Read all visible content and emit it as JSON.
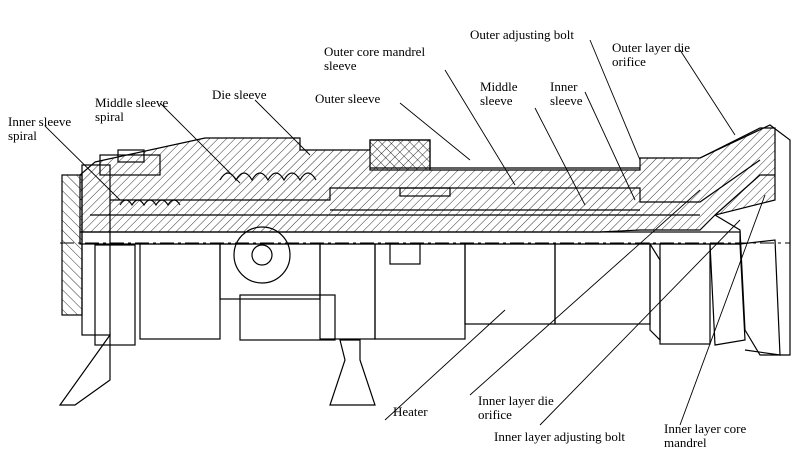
{
  "labels": {
    "inner_sleeve_spiral": [
      "Inner sleeve",
      "spiral"
    ],
    "middle_sleeve_spiral": [
      "Middle sleeve",
      "spiral"
    ],
    "die_sleeve": "Die sleeve",
    "outer_sleeve": "Outer sleeve",
    "outer_core_mandrel_sleeve": [
      "Outer core mandrel",
      "sleeve"
    ],
    "middle_sleeve": [
      "Middle",
      "sleeve"
    ],
    "inner_sleeve": [
      "Inner",
      "sleeve"
    ],
    "outer_adjusting_bolt": "Outer adjusting bolt",
    "outer_layer_die_orifice": [
      "Outer layer die",
      "orifice"
    ],
    "heater": "Heater",
    "inner_layer_die_orifice": [
      "Inner layer die",
      "orifice"
    ],
    "inner_layer_adjusting_bolt": "Inner layer adjusting bolt",
    "inner_layer_core_mandrel": [
      "Inner layer core",
      "mandrel"
    ]
  }
}
